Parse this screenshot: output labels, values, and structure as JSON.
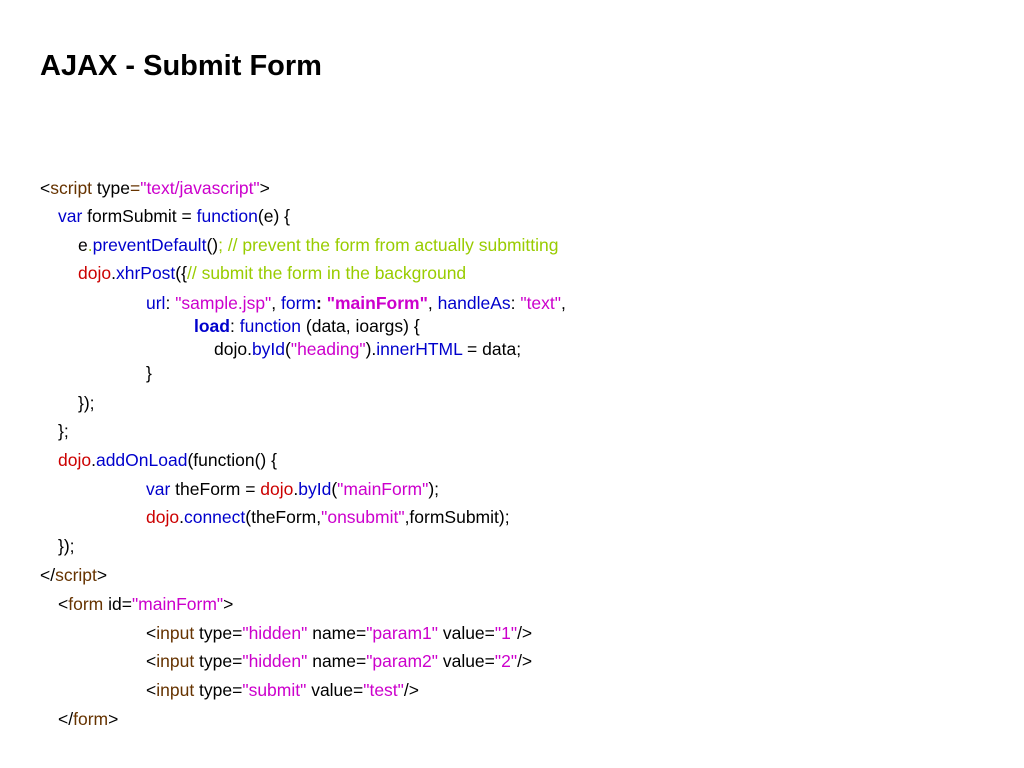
{
  "slide": {
    "title": "AJAX - Submit Form",
    "colors": {
      "tag": "#663300",
      "keyword": "#0000cc",
      "string": "#cc00cc",
      "comment": "#99cc00",
      "dojo": "#cc0000",
      "plain": "#000000"
    },
    "code_lines": [
      {
        "tokens": [
          {
            "t": "<",
            "c": "plain"
          },
          {
            "t": "script",
            "c": "tag"
          },
          {
            "t": " type",
            "c": "plain"
          },
          {
            "t": "=",
            "c": "tag"
          },
          {
            "t": "\"text/javascript\"",
            "c": "string"
          },
          {
            "t": ">",
            "c": "plain"
          }
        ]
      },
      {
        "tokens": [
          {
            "t": "var",
            "c": "keyword"
          },
          {
            "t": " formSubmit = ",
            "c": "plain"
          },
          {
            "t": "function",
            "c": "keyword"
          },
          {
            "t": "(e) {",
            "c": "plain"
          }
        ]
      },
      {
        "tokens": [
          {
            "t": "e",
            "c": "plain"
          },
          {
            "t": ".",
            "c": "comment"
          },
          {
            "t": "preventDefault",
            "c": "keyword"
          },
          {
            "t": "()",
            "c": "plain"
          },
          {
            "t": "; // prevent the form from actually submitting",
            "c": "comment"
          }
        ]
      },
      {
        "tokens": [
          {
            "t": "dojo",
            "c": "dojo"
          },
          {
            "t": ".",
            "c": "plain"
          },
          {
            "t": "xhrPost",
            "c": "keyword"
          },
          {
            "t": "({",
            "c": "plain"
          },
          {
            "t": "// submit the form in the background",
            "c": "comment"
          }
        ]
      },
      {
        "tokens": [
          {
            "t": "url",
            "c": "keyword"
          },
          {
            "t": ": ",
            "c": "plain"
          },
          {
            "t": "\"sample.jsp\"",
            "c": "string"
          },
          {
            "t": ", ",
            "c": "plain"
          },
          {
            "t": "form",
            "c": "keyword"
          },
          {
            "t": ": ",
            "c": "plain",
            "b": true
          },
          {
            "t": "\"mainForm\"",
            "c": "string",
            "b": true
          },
          {
            "t": ", ",
            "c": "plain"
          },
          {
            "t": "handleAs",
            "c": "keyword"
          },
          {
            "t": ": ",
            "c": "plain"
          },
          {
            "t": "\"text\"",
            "c": "string"
          },
          {
            "t": ",",
            "c": "plain"
          }
        ]
      },
      {
        "tokens": [
          {
            "t": "load",
            "c": "keyword",
            "b": true
          },
          {
            "t": ": ",
            "c": "plain"
          },
          {
            "t": "function",
            "c": "keyword"
          },
          {
            "t": " (data, ioargs) {",
            "c": "plain"
          }
        ]
      },
      {
        "tokens": [
          {
            "t": "dojo.",
            "c": "plain"
          },
          {
            "t": "byId",
            "c": "keyword"
          },
          {
            "t": "(",
            "c": "plain"
          },
          {
            "t": "\"heading\"",
            "c": "string"
          },
          {
            "t": ").",
            "c": "plain"
          },
          {
            "t": "innerHTML",
            "c": "keyword"
          },
          {
            "t": " = data;",
            "c": "plain"
          }
        ]
      },
      {
        "tokens": [
          {
            "t": "}",
            "c": "plain"
          }
        ]
      },
      {
        "tokens": [
          {
            "t": "});",
            "c": "plain"
          }
        ]
      },
      {
        "tokens": [
          {
            "t": "};",
            "c": "plain"
          }
        ]
      },
      {
        "tokens": [
          {
            "t": "dojo",
            "c": "dojo"
          },
          {
            "t": ".",
            "c": "plain"
          },
          {
            "t": "addOnLoad",
            "c": "keyword"
          },
          {
            "t": "(function() {",
            "c": "plain"
          }
        ]
      },
      {
        "tokens": [
          {
            "t": "var",
            "c": "keyword"
          },
          {
            "t": " theForm = ",
            "c": "plain"
          },
          {
            "t": "dojo",
            "c": "dojo"
          },
          {
            "t": ".",
            "c": "plain"
          },
          {
            "t": "byId",
            "c": "keyword"
          },
          {
            "t": "(",
            "c": "plain"
          },
          {
            "t": "\"mainForm\"",
            "c": "string"
          },
          {
            "t": ");",
            "c": "plain"
          }
        ]
      },
      {
        "tokens": [
          {
            "t": "dojo",
            "c": "dojo"
          },
          {
            "t": ".",
            "c": "plain"
          },
          {
            "t": "connect",
            "c": "keyword"
          },
          {
            "t": "(theForm,",
            "c": "plain"
          },
          {
            "t": "\"onsubmit\"",
            "c": "string"
          },
          {
            "t": ",formSubmit);",
            "c": "plain"
          }
        ]
      },
      {
        "tokens": [
          {
            "t": "});",
            "c": "plain"
          }
        ]
      },
      {
        "tokens": [
          {
            "t": "</",
            "c": "plain"
          },
          {
            "t": "script",
            "c": "tag"
          },
          {
            "t": ">",
            "c": "plain"
          }
        ]
      },
      {
        "tokens": [
          {
            "t": "<",
            "c": "plain"
          },
          {
            "t": "form",
            "c": "tag"
          },
          {
            "t": " id=",
            "c": "plain"
          },
          {
            "t": "\"mainForm\"",
            "c": "string"
          },
          {
            "t": ">",
            "c": "plain"
          }
        ]
      },
      {
        "tokens": [
          {
            "t": "<",
            "c": "plain"
          },
          {
            "t": "input",
            "c": "tag"
          },
          {
            "t": " type=",
            "c": "plain"
          },
          {
            "t": "\"hidden\"",
            "c": "string"
          },
          {
            "t": " name=",
            "c": "plain"
          },
          {
            "t": "\"param1\"",
            "c": "string"
          },
          {
            "t": " value=",
            "c": "plain"
          },
          {
            "t": "\"1\"",
            "c": "string"
          },
          {
            "t": "/>",
            "c": "plain"
          }
        ]
      },
      {
        "tokens": [
          {
            "t": "<",
            "c": "plain"
          },
          {
            "t": "input",
            "c": "tag"
          },
          {
            "t": " type=",
            "c": "plain"
          },
          {
            "t": "\"hidden\"",
            "c": "string"
          },
          {
            "t": " name=",
            "c": "plain"
          },
          {
            "t": "\"param2\"",
            "c": "string"
          },
          {
            "t": " value=",
            "c": "plain"
          },
          {
            "t": "\"2\"",
            "c": "string"
          },
          {
            "t": "/>",
            "c": "plain"
          }
        ]
      },
      {
        "tokens": [
          {
            "t": "<",
            "c": "plain"
          },
          {
            "t": "input",
            "c": "tag"
          },
          {
            "t": " type=",
            "c": "plain"
          },
          {
            "t": "\"submit\"",
            "c": "string"
          },
          {
            "t": " value=",
            "c": "plain"
          },
          {
            "t": "\"test\"",
            "c": "string"
          },
          {
            "t": "/>",
            "c": "plain"
          }
        ]
      },
      {
        "tokens": [
          {
            "t": "</",
            "c": "plain"
          },
          {
            "t": "form",
            "c": "tag"
          },
          {
            "t": ">",
            "c": "plain"
          }
        ]
      }
    ]
  }
}
